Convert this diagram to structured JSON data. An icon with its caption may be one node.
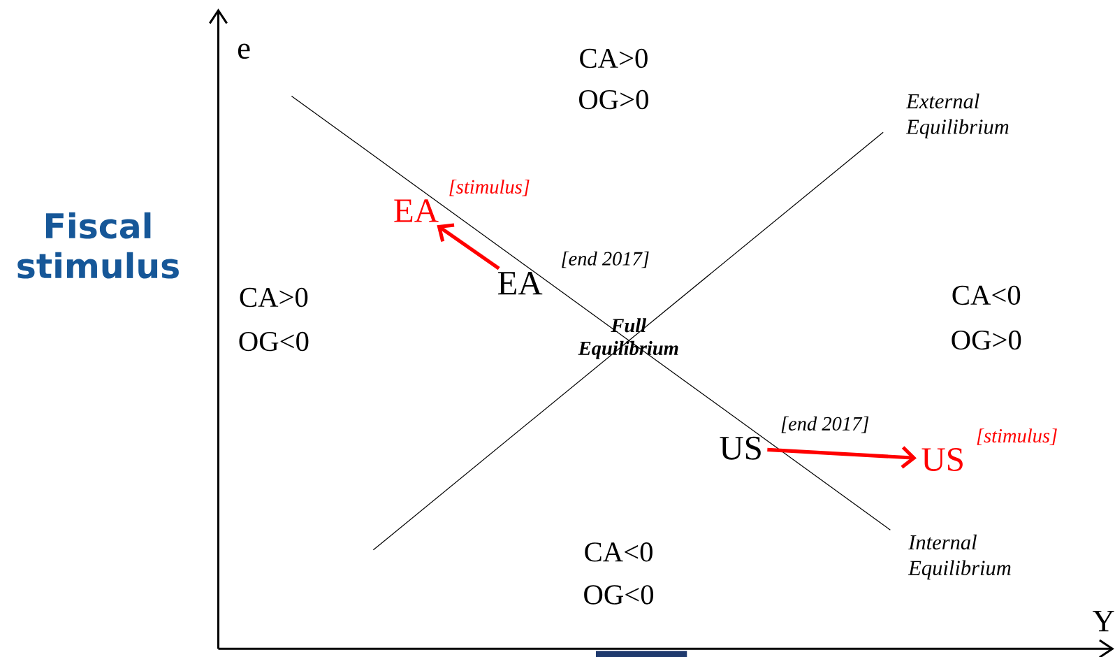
{
  "diagram": {
    "title": "Fiscal stimulus",
    "nodes": [
      {
        "text": [
          "EA"
        ],
        "beside": [
          "[end 2017]"
        ]
      },
      {
        "text": [
          "EA"
        ],
        "beside": [
          "[stimulus]"
        ]
      },
      {
        "text": [
          "US"
        ],
        "beside": [
          "[end 2017]"
        ]
      },
      {
        "text": [
          "US"
        ],
        "beside": [
          "[stimulus]"
        ]
      }
    ],
    "edges": [
      {
        "from": 0,
        "to": 1,
        "arrow": "to",
        "color": "#ff0000"
      },
      {
        "from": 2,
        "to": 3,
        "arrow": "to",
        "color": "#ff0000"
      }
    ],
    "labels": [
      "e",
      "CA>0",
      "OG>0",
      "External Equilibrium",
      "CA>0",
      "OG<0",
      "CA<0",
      "OG>0",
      "Full Equilibrium",
      "CA<0",
      "OG<0",
      "Internal Equilibrium",
      "Y"
    ]
  }
}
